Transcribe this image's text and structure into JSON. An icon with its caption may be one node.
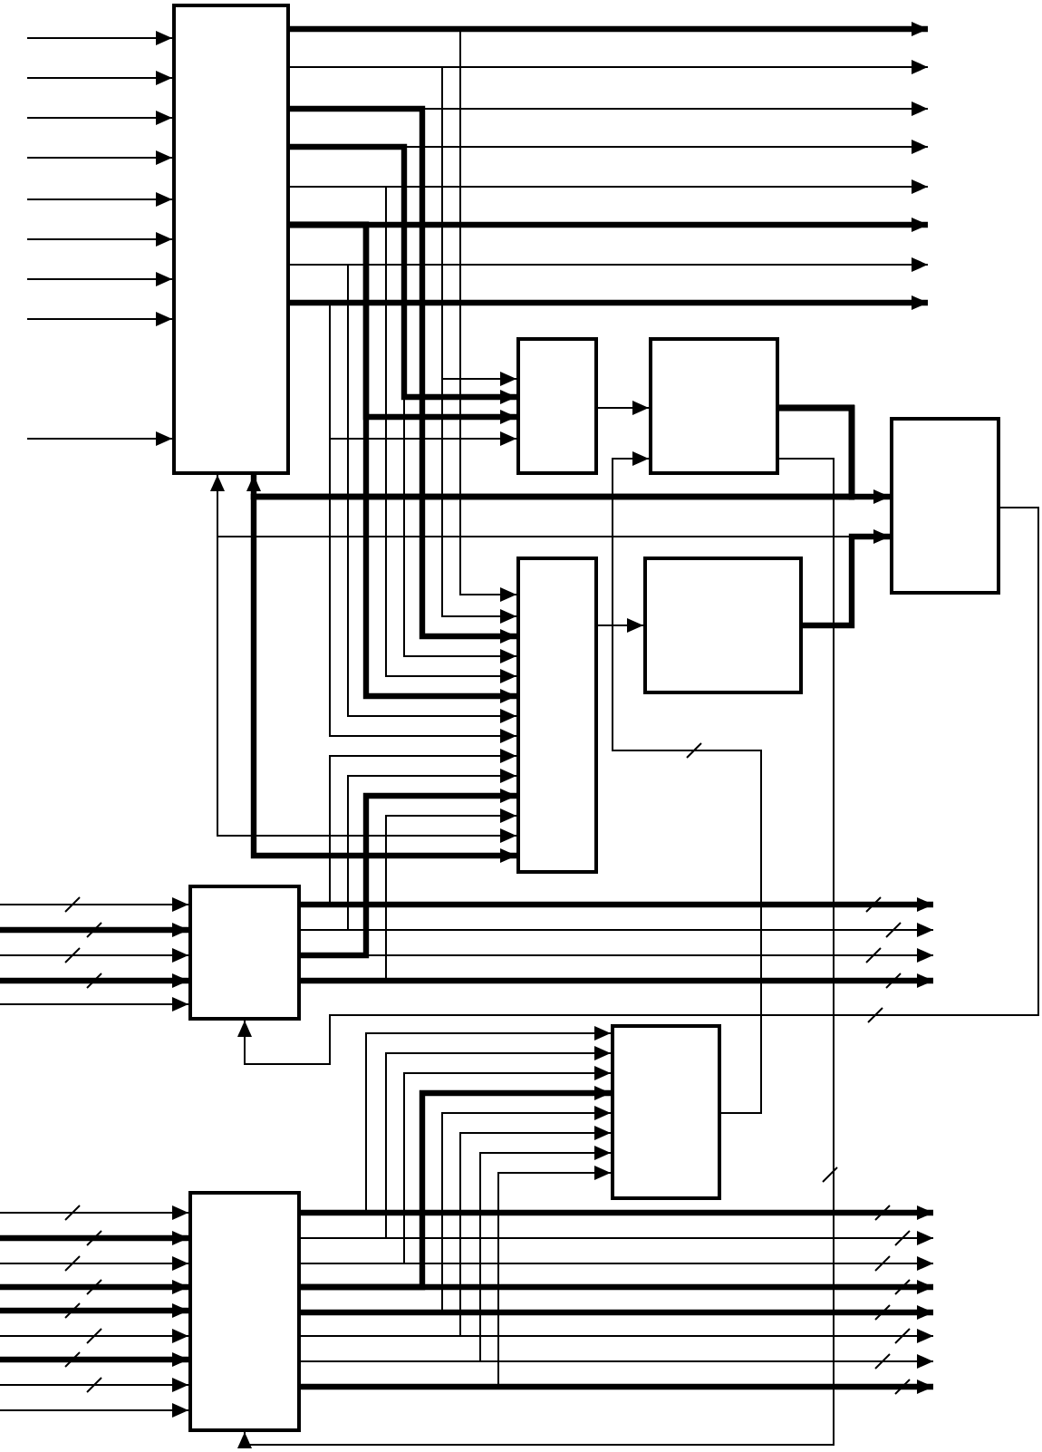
{
  "diagram": {
    "nodes": [
      {
        "text": [],
        "shape": "box"
      },
      {
        "text": [],
        "shape": "box"
      },
      {
        "text": [],
        "shape": "box"
      },
      {
        "text": [],
        "shape": "box"
      },
      {
        "text": [],
        "shape": "box"
      },
      {
        "text": [],
        "shape": "box"
      },
      {
        "text": [],
        "shape": "box"
      },
      {
        "text": [],
        "shape": "box"
      },
      {
        "text": [],
        "shape": "box"
      }
    ],
    "edges": [
      {
        "from": null,
        "to": 0,
        "arrow": "to"
      },
      {
        "from": null,
        "to": 0,
        "arrow": "to"
      },
      {
        "from": null,
        "to": 0,
        "arrow": "to"
      },
      {
        "from": null,
        "to": 0,
        "arrow": "to"
      },
      {
        "from": null,
        "to": 0,
        "arrow": "to"
      },
      {
        "from": null,
        "to": 0,
        "arrow": "to"
      },
      {
        "from": null,
        "to": 0,
        "arrow": "to"
      },
      {
        "from": null,
        "to": 0,
        "arrow": "to"
      },
      {
        "from": null,
        "to": 0,
        "arrow": "to"
      },
      {
        "from": 0,
        "to": null,
        "arrow": "to",
        "style": "thick"
      },
      {
        "from": 0,
        "to": null,
        "arrow": "to"
      },
      {
        "from": 0,
        "to": null,
        "arrow": "to"
      },
      {
        "from": 0,
        "to": null,
        "arrow": "to"
      },
      {
        "from": 0,
        "to": null,
        "arrow": "to"
      },
      {
        "from": 0,
        "to": null,
        "arrow": "to",
        "style": "thick"
      },
      {
        "from": 0,
        "to": null,
        "arrow": "to"
      },
      {
        "from": 0,
        "to": null,
        "arrow": "to",
        "style": "thick"
      },
      {
        "from": 0,
        "to": 1,
        "arrow": "to"
      },
      {
        "from": 0,
        "to": 1,
        "arrow": "to",
        "style": "thick"
      },
      {
        "from": 0,
        "to": 1,
        "arrow": "to",
        "style": "thick"
      },
      {
        "from": 0,
        "to": 1,
        "arrow": "to"
      },
      {
        "from": 0,
        "to": 4,
        "arrow": "to"
      },
      {
        "from": 0,
        "to": 4,
        "arrow": "to"
      },
      {
        "from": 0,
        "to": 4,
        "arrow": "to",
        "style": "thick"
      },
      {
        "from": 0,
        "to": 4,
        "arrow": "to"
      },
      {
        "from": 0,
        "to": 4,
        "arrow": "to"
      },
      {
        "from": 0,
        "to": 4,
        "arrow": "to",
        "style": "thick"
      },
      {
        "from": 0,
        "to": 4,
        "arrow": "to"
      },
      {
        "from": 0,
        "to": 4,
        "arrow": "to"
      },
      {
        "from": 1,
        "to": 2,
        "arrow": "to"
      },
      {
        "from": 7,
        "to": 2,
        "arrow": "to"
      },
      {
        "from": 2,
        "to": 3,
        "arrow": "to",
        "style": "thick"
      },
      {
        "from": 2,
        "to": 0,
        "arrow": "to",
        "style": "thick"
      },
      {
        "from": 2,
        "to": 4,
        "arrow": "to",
        "style": "thick"
      },
      {
        "from": 2,
        "to": 8,
        "arrow": "to"
      },
      {
        "from": 4,
        "to": 5,
        "arrow": "to"
      },
      {
        "from": 5,
        "to": 3,
        "arrow": "to",
        "style": "thick"
      },
      {
        "from": 5,
        "to": 0,
        "arrow": "to"
      },
      {
        "from": 5,
        "to": 4,
        "arrow": "to"
      },
      {
        "from": 3,
        "to": 6,
        "arrow": "to"
      },
      {
        "from": null,
        "to": 6,
        "arrow": "to"
      },
      {
        "from": null,
        "to": 6,
        "arrow": "to",
        "style": "thick"
      },
      {
        "from": null,
        "to": 6,
        "arrow": "to"
      },
      {
        "from": null,
        "to": 6,
        "arrow": "to",
        "style": "thick"
      },
      {
        "from": null,
        "to": 6,
        "arrow": "to"
      },
      {
        "from": 6,
        "to": null,
        "arrow": "to",
        "style": "thick"
      },
      {
        "from": 6,
        "to": null,
        "arrow": "to"
      },
      {
        "from": 6,
        "to": null,
        "arrow": "to"
      },
      {
        "from": 6,
        "to": null,
        "arrow": "to",
        "style": "thick"
      },
      {
        "from": 6,
        "to": 4,
        "arrow": "to"
      },
      {
        "from": 6,
        "to": 4,
        "arrow": "to"
      },
      {
        "from": 6,
        "to": 4,
        "arrow": "to",
        "style": "thick"
      },
      {
        "from": 6,
        "to": 4,
        "arrow": "to"
      },
      {
        "from": null,
        "to": 8,
        "arrow": "to"
      },
      {
        "from": null,
        "to": 8,
        "arrow": "to",
        "style": "thick"
      },
      {
        "from": null,
        "to": 8,
        "arrow": "to"
      },
      {
        "from": null,
        "to": 8,
        "arrow": "to",
        "style": "thick"
      },
      {
        "from": null,
        "to": 8,
        "arrow": "to",
        "style": "thick"
      },
      {
        "from": null,
        "to": 8,
        "arrow": "to"
      },
      {
        "from": null,
        "to": 8,
        "arrow": "to",
        "style": "thick"
      },
      {
        "from": null,
        "to": 8,
        "arrow": "to"
      },
      {
        "from": null,
        "to": 8,
        "arrow": "to"
      },
      {
        "from": 8,
        "to": null,
        "arrow": "to",
        "style": "thick"
      },
      {
        "from": 8,
        "to": null,
        "arrow": "to"
      },
      {
        "from": 8,
        "to": null,
        "arrow": "to"
      },
      {
        "from": 8,
        "to": null,
        "arrow": "to",
        "style": "thick"
      },
      {
        "from": 8,
        "to": null,
        "arrow": "to",
        "style": "thick"
      },
      {
        "from": 8,
        "to": null,
        "arrow": "to"
      },
      {
        "from": 8,
        "to": null,
        "arrow": "to"
      },
      {
        "from": 8,
        "to": null,
        "arrow": "to",
        "style": "thick"
      },
      {
        "from": 8,
        "to": 7,
        "arrow": "to"
      },
      {
        "from": 8,
        "to": 7,
        "arrow": "to"
      },
      {
        "from": 8,
        "to": 7,
        "arrow": "to"
      },
      {
        "from": 8,
        "to": 7,
        "arrow": "to",
        "style": "thick"
      },
      {
        "from": 8,
        "to": 7,
        "arrow": "to"
      },
      {
        "from": 8,
        "to": 7,
        "arrow": "to"
      },
      {
        "from": 8,
        "to": 7,
        "arrow": "to"
      },
      {
        "from": 8,
        "to": 7,
        "arrow": "to"
      }
    ]
  }
}
